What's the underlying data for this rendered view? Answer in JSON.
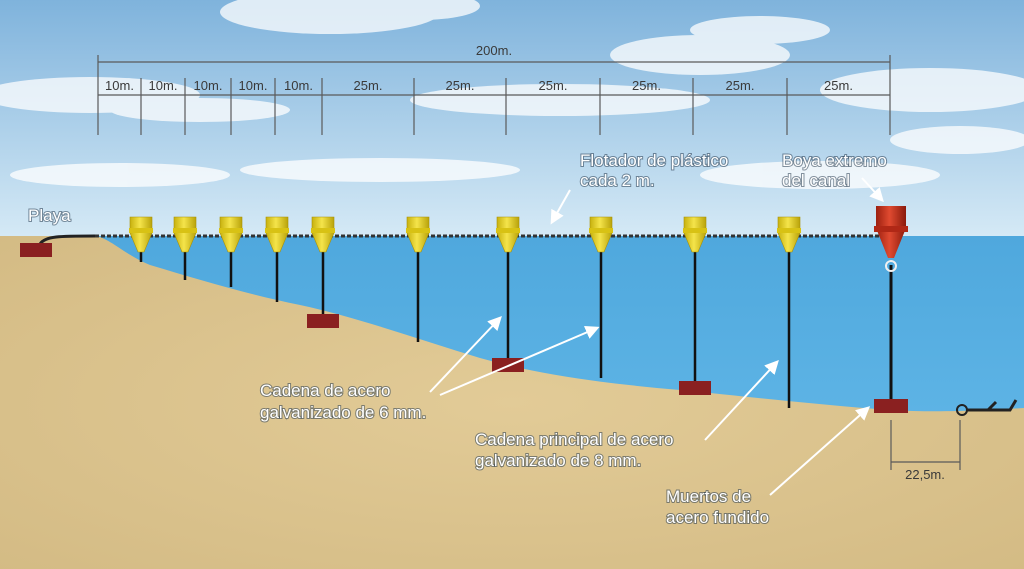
{
  "total_span": "200m.",
  "segments": [
    "10m.",
    "10m.",
    "10m.",
    "10m.",
    "10m.",
    "25m.",
    "25m.",
    "25m.",
    "25m.",
    "25m.",
    "25m."
  ],
  "labels": {
    "beach": "Playa",
    "float_l1": "Flotador de plástico",
    "float_l2": "cada 2 m.",
    "buoy_l1": "Boya extremo",
    "buoy_l2": "del canal",
    "chain6_l1": "Cadena de acero",
    "chain6_l2": "galvanizado de 6 mm.",
    "chain8_l1": "Cadena principal de acero",
    "chain8_l2": "galvanizado de 8 mm.",
    "anchors_l1": "Muertos de",
    "anchors_l2": "acero fundido",
    "anchor_distance": "22,5m."
  },
  "colors": {
    "sky_top": "#7fb3dc",
    "sky_bottom": "#cfe6f5",
    "sea": "#5aafe0",
    "sand": "#dcc48e",
    "float": "#e8d21a",
    "buoy": "#c0301a",
    "block": "#8a2020",
    "chain": "#222222"
  }
}
